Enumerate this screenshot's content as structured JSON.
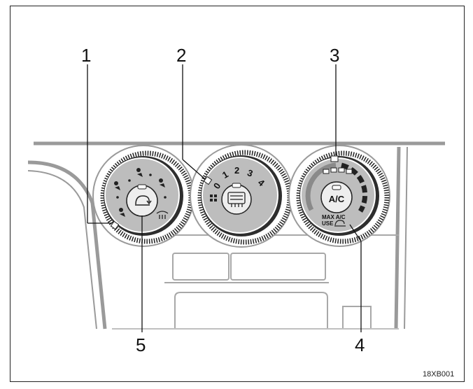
{
  "callouts": {
    "c1": "1",
    "c2": "2",
    "c3": "3",
    "c4": "4",
    "c5": "5"
  },
  "fan_dial": {
    "labels": [
      "0",
      "1",
      "2",
      "3",
      "4"
    ]
  },
  "temp_dial": {
    "ac_label": "A/C",
    "max_ac_label": "MAX A/C",
    "use_label": "USE"
  },
  "figure_code": "18XB001",
  "icons": {
    "mode_center": "recirculation-icon",
    "fan_center": "rear-defogger-icon",
    "fan_off": "fan-icon",
    "defrost": "defrost-icon"
  }
}
